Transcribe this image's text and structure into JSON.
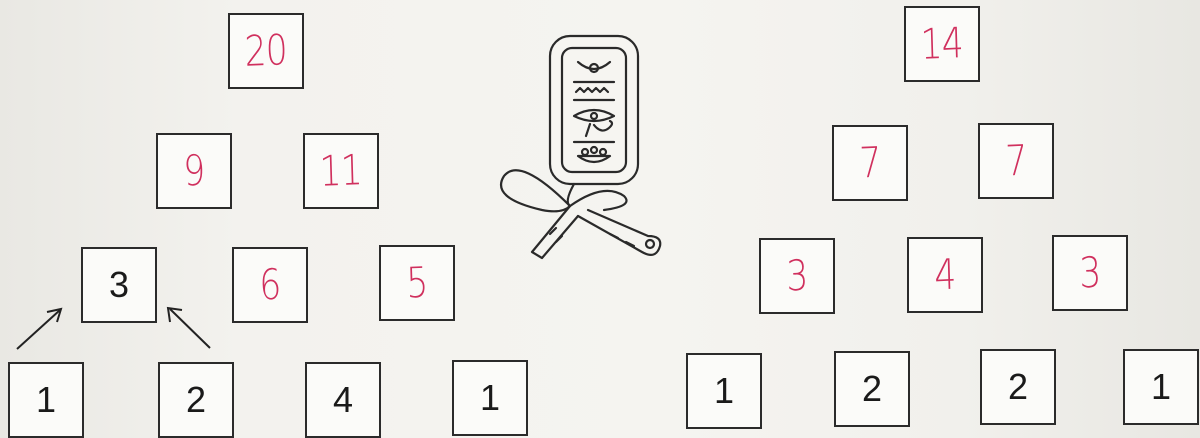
{
  "left_pyramid": {
    "row1": [
      "20"
    ],
    "row2": [
      "9",
      "11"
    ],
    "row3": [
      "3",
      "6",
      "5"
    ],
    "row4": [
      "1",
      "2",
      "4",
      "1"
    ]
  },
  "right_pyramid": {
    "row1": [
      "14"
    ],
    "row2": [
      "7",
      "7"
    ],
    "row3": [
      "3",
      "4",
      "3"
    ],
    "row4": [
      "1",
      "2",
      "2",
      "1"
    ]
  },
  "colors": {
    "handwritten": "#d0305e",
    "printed": "#1a1a1a",
    "paper": "#f1f0ec"
  },
  "icons": {
    "center": "cartouche-ankh-icon"
  }
}
